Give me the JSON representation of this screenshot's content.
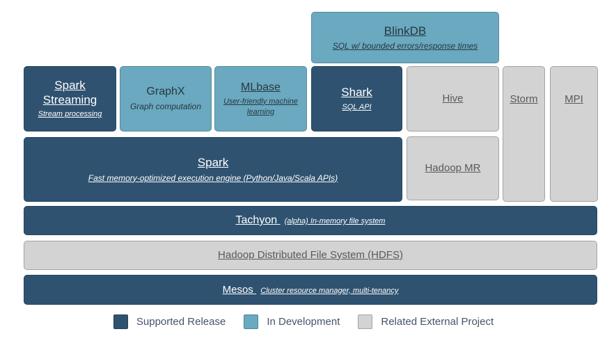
{
  "colors": {
    "supported_release": "#2F5270",
    "in_development": "#6AA9C0",
    "related_external": "#D3D3D3"
  },
  "boxes": {
    "blinkdb": {
      "title": "BlinkDB",
      "subtitle": "SQL w/ bounded errors/response times"
    },
    "spark_streaming": {
      "title": "Spark Streaming",
      "subtitle": "Stream processing"
    },
    "graphx": {
      "title": "GraphX",
      "subtitle": "Graph computation"
    },
    "mlbase": {
      "title": "MLbase",
      "subtitle": "User-friendly machine learning"
    },
    "shark": {
      "title": "Shark",
      "subtitle": "SQL API"
    },
    "hive": {
      "title": "Hive"
    },
    "storm": {
      "title": "Storm"
    },
    "mpi": {
      "title": "MPI"
    },
    "spark": {
      "title": "Spark",
      "subtitle": "Fast memory-optimized execution engine (Python/Java/Scala APIs)"
    },
    "hadoop_mr": {
      "title": "Hadoop MR"
    },
    "tachyon": {
      "title": "Tachyon",
      "subtitle": "(alpha) In-memory file system"
    },
    "hdfs": {
      "title": "Hadoop Distributed File System (HDFS)"
    },
    "mesos": {
      "title": "Mesos",
      "subtitle": "Cluster resource manager, multi-tenancy"
    }
  },
  "legend": {
    "items": [
      {
        "label": "Supported Release",
        "color": "#2F5270"
      },
      {
        "label": "In Development",
        "color": "#6AA9C0"
      },
      {
        "label": "Related External Project",
        "color": "#D3D3D3"
      }
    ]
  }
}
